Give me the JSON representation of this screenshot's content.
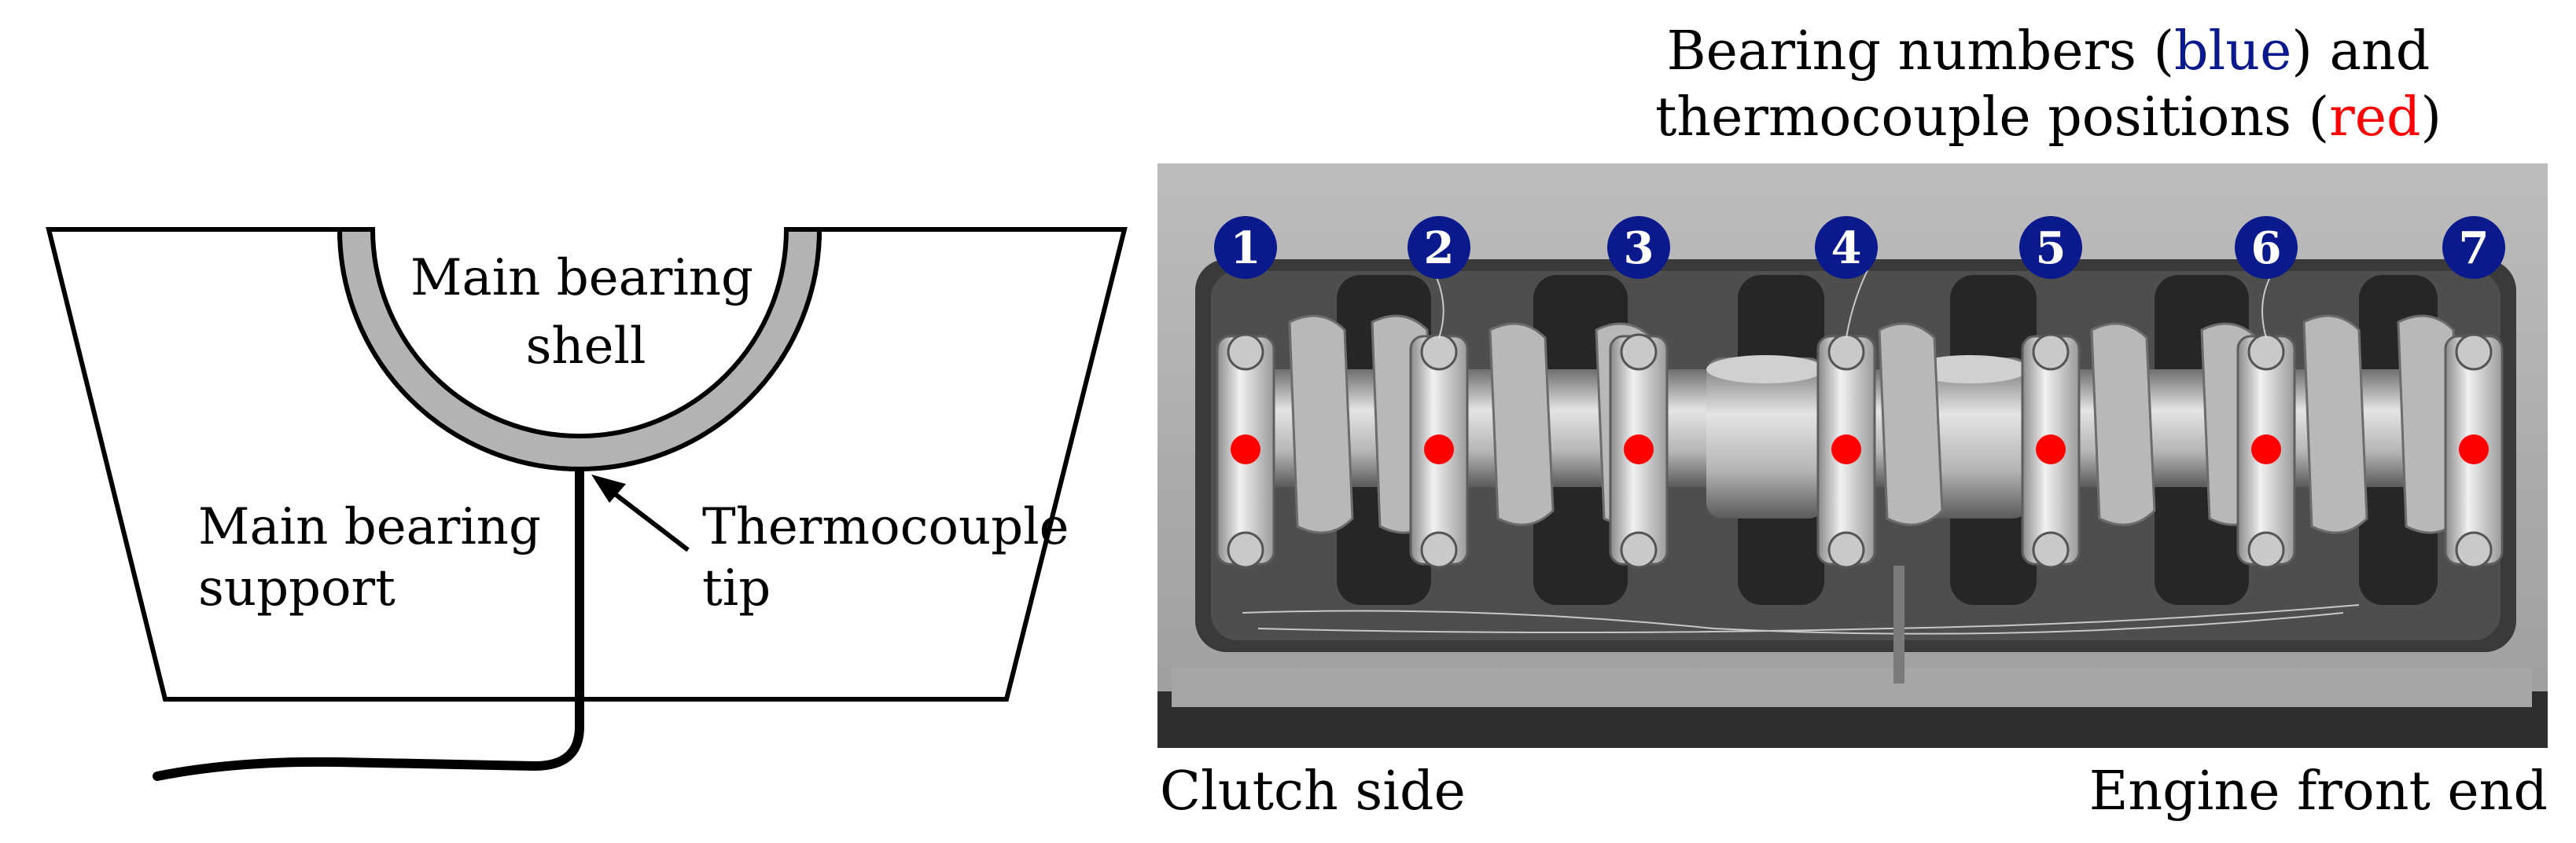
{
  "left_diagram": {
    "shell_label_line1": "Main bearing",
    "shell_label_line2": "shell",
    "support_label_line1": "Main bearing",
    "support_label_line2": "support",
    "tip_label_line1": "Thermocouple",
    "tip_label_line2": "tip",
    "shell_color": "#b3b3b3"
  },
  "right_panel": {
    "title_line1_pre": "Bearing numbers (",
    "title_line1_blue": "blue",
    "title_line1_post": ") and",
    "title_line2_pre": "thermocouple positions (",
    "title_line2_red": "red",
    "title_line2_post": ")",
    "blue_color": "#0a1a8c",
    "red_color": "#ff0000",
    "bearing_numbers": [
      "1",
      "2",
      "3",
      "4",
      "5",
      "6",
      "7"
    ],
    "bottom_left_label": "Clutch side",
    "bottom_right_label": "Engine front end",
    "photo_description_icon": "engine-crankshaft-photo"
  }
}
